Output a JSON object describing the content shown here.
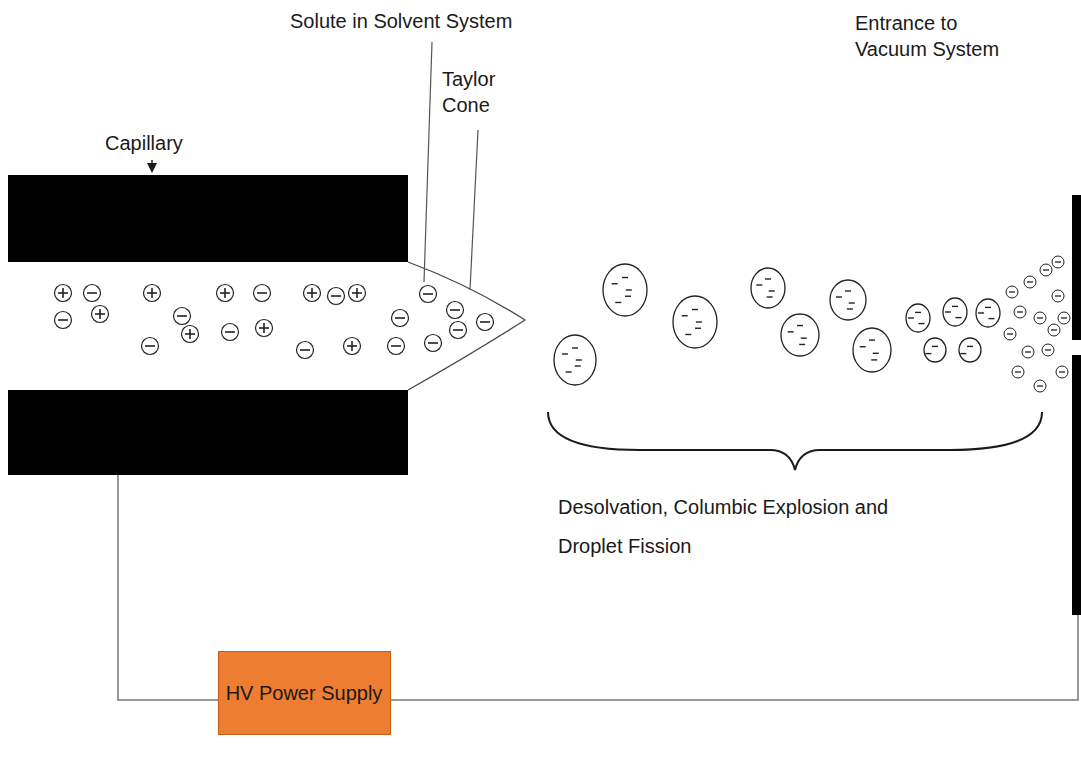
{
  "diagram": {
    "nodes": [
      {
        "text": [
          "HV Power Supply"
        ]
      }
    ],
    "labels": [
      "Capillary",
      "Solute in Solvent System",
      "Taylor Cone",
      "Entrance to Vacuum System",
      "Desolvation, Columbic Explosion and Droplet Fission",
      "-",
      "+"
    ]
  }
}
